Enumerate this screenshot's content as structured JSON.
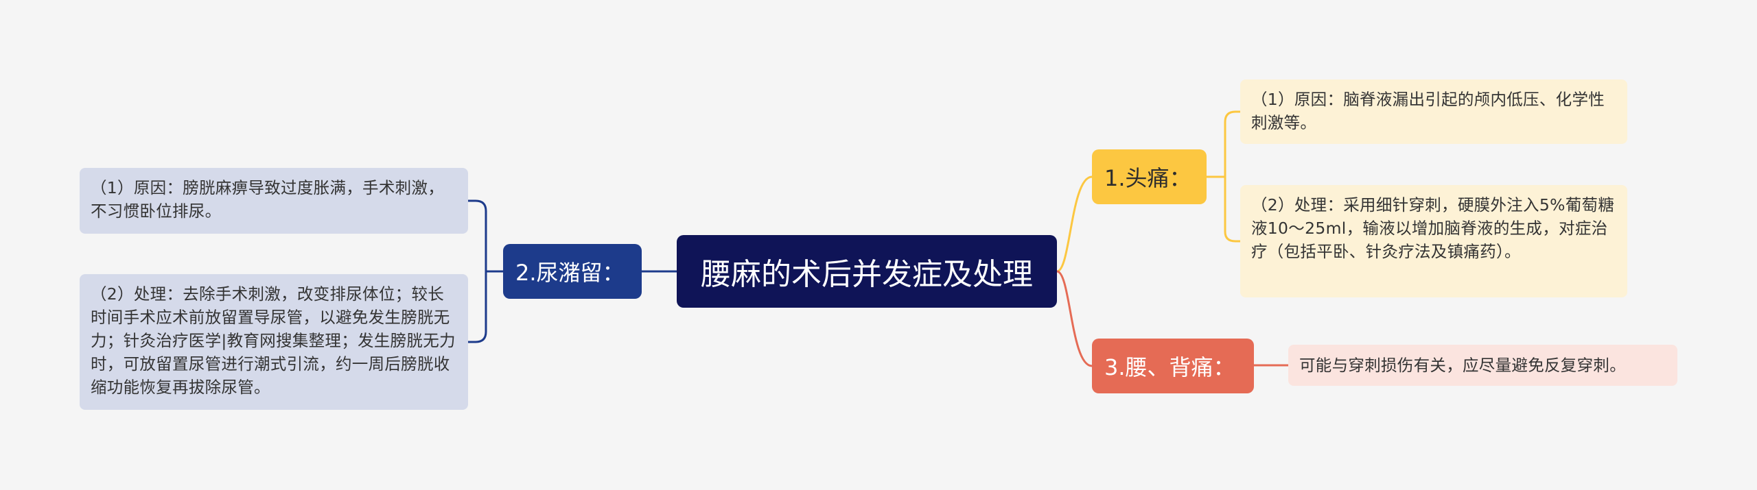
{
  "root": {
    "title": "腰麻的术后并发症及处理"
  },
  "branches": [
    {
      "label": "1.头痛：",
      "color": "#fcc741",
      "line_color": "#fcc741",
      "children": [
        "（1）原因：脑脊液漏出引起的颅内低压、化学性刺激等。",
        "（2）处理：采用细针穿刺，硬膜外注入5%葡萄糖液10～25ml，输液以增加脑脊液的生成，对症治疗（包括平卧、针灸疗法及镇痛药）。"
      ]
    },
    {
      "label": "2.尿潴留：",
      "color": "#1d3b8b",
      "line_color": "#1d3b8b",
      "children": [
        "（1）原因：膀胱麻痹导致过度胀满，手术刺激，不习惯卧位排尿。",
        "（2）处理：去除手术刺激，改变排尿体位；较长时间手术应术前放留置导尿管，以避免发生膀胱无力；针灸治疗医学|教育网搜集整理；发生膀胱无力时，可放留置尿管进行潮式引流，约一周后膀胱收缩功能恢复再拔除尿管。"
      ]
    },
    {
      "label": "3.腰、背痛：",
      "color": "#e56b55",
      "line_color": "#e56b55",
      "children": [
        "可能与穿刺损伤有关，应尽量避免反复穿刺。"
      ]
    }
  ]
}
